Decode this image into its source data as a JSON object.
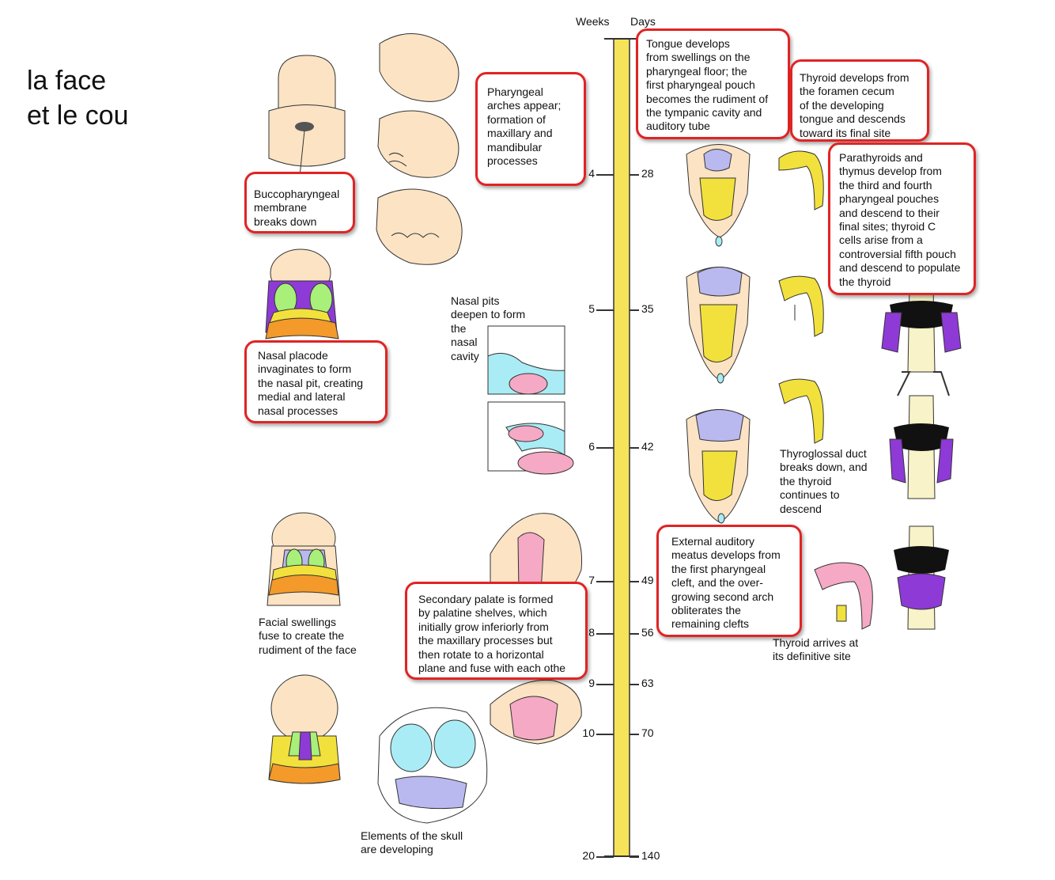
{
  "slide_title": "la face\net le cou",
  "axis": {
    "weeks_header": "Weeks",
    "days_header": "Days",
    "ticks": [
      {
        "week": "4",
        "day": "28"
      },
      {
        "week": "5",
        "day": "35"
      },
      {
        "week": "6",
        "day": "42"
      },
      {
        "week": "7",
        "day": "49"
      },
      {
        "week": "8",
        "day": "56"
      },
      {
        "week": "9",
        "day": "63"
      },
      {
        "week": "10",
        "day": "70"
      },
      {
        "week": "20",
        "day": "140"
      }
    ]
  },
  "callouts": {
    "buccopharyngeal": "Buccopharyngeal\nmembrane\nbreaks down",
    "pharyngeal_arches": "Pharyngeal\narches appear;\nformation of\nmaxillary and\nmandibular\nprocesses",
    "tongue": "Tongue develops\nfrom swellings on the\npharyngeal floor; the\nfirst pharyngeal pouch\nbecomes the rudiment of\nthe tympanic cavity and\nauditory tube",
    "thyroid_cecum": "Thyroid develops from\nthe foramen cecum\nof the developing\ntongue and descends\ntoward its final site",
    "parathyroids": "Parathyroids and\nthymus develop from\nthe third and fourth\npharyngeal pouches\nand descend to their\nfinal sites; thyroid C\ncells arise from a\ncontroversial fifth pouch\nand descend to populate\nthe thyroid",
    "nasal_placode": "Nasal placode\ninvaginates to form\nthe nasal pit, creating\nmedial and lateral\nnasal processes",
    "external_auditory": "External auditory\nmeatus develops from\nthe first pharyngeal\ncleft, and the over-\ngrowing second arch\nobliterates the\nremaining clefts",
    "secondary_palate": "Secondary palate is formed\nby palatine shelves, which\ninitially grow inferiorly from\nthe maxillary processes but\nthen rotate to a horizontal\nplane and fuse with each othe"
  },
  "labels": {
    "nasal_pits": "Nasal pits\ndeepen to form\nthe\nnasal\ncavity",
    "thyroglossal": "Thyroglossal duct\nbreaks down, and\nthe thyroid\ncontinues to\ndescend",
    "facial_swellings": "Facial swellings\nfuse to create the\nrudiment of the face",
    "thyroid_arrives": "Thyroid arrives at\nits definitive site",
    "skull": "Elements of the skull\nare developing"
  },
  "colors": {
    "callout_border": "#e02424",
    "timeline_bar": "#f6e35a",
    "skin": "#fbe3c4",
    "purple": "#8e3ad6",
    "green": "#a8f07a",
    "orange": "#f39a2a",
    "yellow": "#f2e13c",
    "pink": "#f5a9c4",
    "cyan": "#a9ecf5",
    "lavender": "#b9b9f0"
  }
}
